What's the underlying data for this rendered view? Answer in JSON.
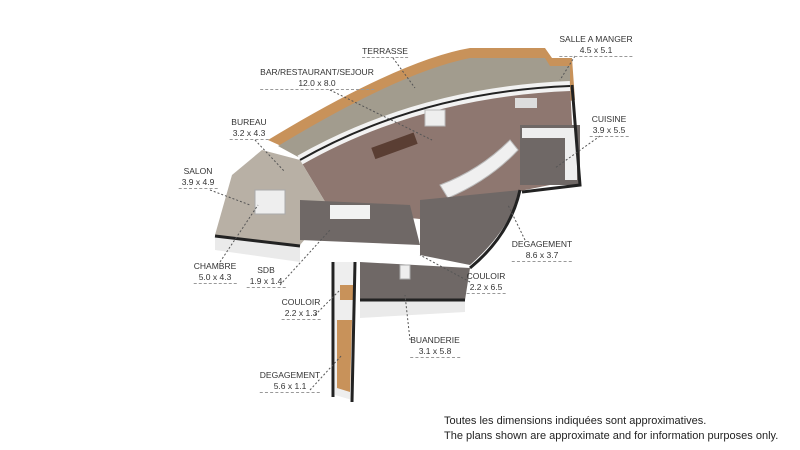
{
  "rooms": [
    {
      "name": "TERRASSE",
      "dims": ""
    },
    {
      "name": "SALLE A MANGER",
      "dims": "4.5 x 5.1"
    },
    {
      "name": "BAR/RESTAURANT/SEJOUR",
      "dims": "12.0 x 8.0"
    },
    {
      "name": "BUREAU",
      "dims": "3.2 x 4.3"
    },
    {
      "name": "CUISINE",
      "dims": "3.9 x 5.5"
    },
    {
      "name": "SALON",
      "dims": "3.9 x 4.9"
    },
    {
      "name": "CHAMBRE",
      "dims": "5.0 x 4.3"
    },
    {
      "name": "SDB",
      "dims": "1.9 x 1.4"
    },
    {
      "name": "COULOIR",
      "dims": "2.2 x 1.3"
    },
    {
      "name": "DEGAGEMENT",
      "dims": "8.6 x 3.7"
    },
    {
      "name": "COULOIR",
      "dims": "2.2 x 6.5"
    },
    {
      "name": "BUANDERIE",
      "dims": "3.1 x 5.8"
    },
    {
      "name": "DEGAGEMENT",
      "dims": "5.6 x 1.1"
    }
  ],
  "disclaimer": {
    "fr": "Toutes les dimensions indiquées sont approximatives.",
    "en": "The plans shown are approximate and for information purposes only."
  },
  "colors": {
    "wood": "#c8925a",
    "terrace": "#a29c8e",
    "floor": "#8e7770",
    "tile": "#6f6866",
    "wall": "#222222"
  }
}
